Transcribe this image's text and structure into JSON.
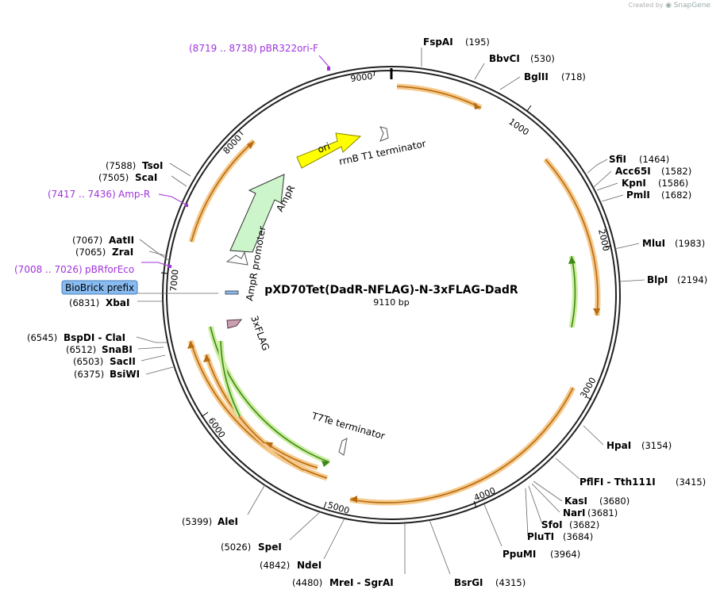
{
  "credit": {
    "prefix": "Created by",
    "brand": "SnapGene"
  },
  "plasmid": {
    "name": "pXD70Tet(DadR-NFLAG)-N-3xFLAG-DadR",
    "size_label": "9110 bp"
  },
  "ticks": [
    "1000",
    "2000",
    "3000",
    "4000",
    "5000",
    "6000",
    "7000",
    "8000",
    "9000"
  ],
  "enzymes": [
    {
      "name": "FspAI",
      "pos": "(195)"
    },
    {
      "name": "BbvCI",
      "pos": "(530)"
    },
    {
      "name": "BglII",
      "pos": "(718)"
    },
    {
      "name": "SfiI",
      "pos": "(1464)"
    },
    {
      "name": "Acc65I",
      "pos": "(1582)"
    },
    {
      "name": "KpnI",
      "pos": "(1586)"
    },
    {
      "name": "PmlI",
      "pos": "(1682)"
    },
    {
      "name": "MluI",
      "pos": "(1983)"
    },
    {
      "name": "BlpI",
      "pos": "(2194)"
    },
    {
      "name": "HpaI",
      "pos": "(3154)"
    },
    {
      "name": "PflFI - Tth111I",
      "pos": "(3415)"
    },
    {
      "name": "KasI",
      "pos": "(3680)"
    },
    {
      "name": "NarI",
      "pos": "(3681)"
    },
    {
      "name": "SfoI",
      "pos": "(3682)"
    },
    {
      "name": "PluTI",
      "pos": "(3684)"
    },
    {
      "name": "PpuMI",
      "pos": "(3964)"
    },
    {
      "name": "BsrGI",
      "pos": "(4315)"
    },
    {
      "name": "MreI - SgrAI",
      "pos": "(4480)"
    },
    {
      "name": "NdeI",
      "pos": "(4842)"
    },
    {
      "name": "SpeI",
      "pos": "(5026)"
    },
    {
      "name": "AleI",
      "pos": "(5399)"
    },
    {
      "name": "BsiWI",
      "pos": "(6375)"
    },
    {
      "name": "SacII",
      "pos": "(6503)"
    },
    {
      "name": "SnaBI",
      "pos": "(6512)"
    },
    {
      "name": "BspDI - ClaI",
      "pos": "(6545)"
    },
    {
      "name": "XbaI",
      "pos": "(6831)"
    },
    {
      "name": "ZraI",
      "pos": "(7065)"
    },
    {
      "name": "AatII",
      "pos": "(7067)"
    },
    {
      "name": "ScaI",
      "pos": "(7505)"
    },
    {
      "name": "TsoI",
      "pos": "(7588)"
    }
  ],
  "primers": [
    {
      "range": "(8719 .. 8738)",
      "name": "pBR322ori-F"
    },
    {
      "range": "(7417 .. 7436)",
      "name": "Amp-R"
    },
    {
      "range": "(7008 .. 7026)",
      "name": "pBRforEco"
    }
  ],
  "features": {
    "bioBrick": "BioBrick prefix",
    "ori": "ori",
    "rrnB": "rrnB T1 terminator",
    "ampR": "AmpR",
    "ampRPromoter": "AmpR promoter",
    "flag": "3xFLAG",
    "t7te": "T7Te terminator"
  },
  "colors": {
    "backbone": "#222222",
    "orf_orange": "#f5c98a",
    "orf_orange_line": "#b86a10",
    "orf_green": "#cdeea0",
    "orf_green_line": "#3d8a18",
    "ori": "#ffff00",
    "ampR": "#ccf5cc",
    "flag": "#c9a0b0",
    "primer": "#a033dd",
    "bioBrick": "#88bbf0"
  }
}
